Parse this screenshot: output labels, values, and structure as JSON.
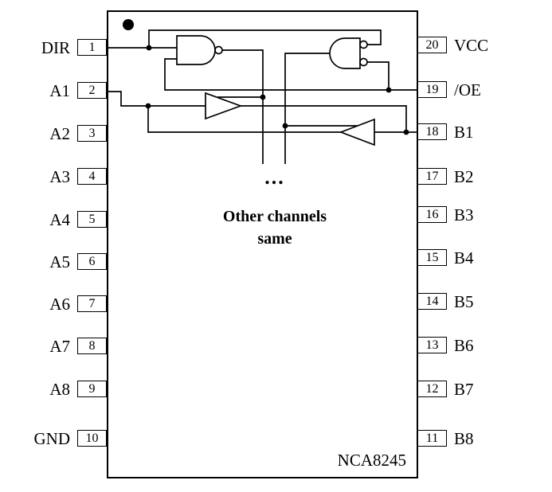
{
  "chip": {
    "part_number": "NCA8245",
    "ellipsis": "...",
    "note": [
      "Other channels",
      "same"
    ]
  },
  "pins": {
    "left": [
      {
        "num": "1",
        "label": "DIR"
      },
      {
        "num": "2",
        "label": "A1"
      },
      {
        "num": "3",
        "label": "A2"
      },
      {
        "num": "4",
        "label": "A3"
      },
      {
        "num": "5",
        "label": "A4"
      },
      {
        "num": "6",
        "label": "A5"
      },
      {
        "num": "7",
        "label": "A6"
      },
      {
        "num": "8",
        "label": "A7"
      },
      {
        "num": "9",
        "label": "A8"
      },
      {
        "num": "10",
        "label": "GND"
      }
    ],
    "right": [
      {
        "num": "20",
        "label": "VCC"
      },
      {
        "num": "19",
        "label": "/OE"
      },
      {
        "num": "18",
        "label": "B1"
      },
      {
        "num": "17",
        "label": "B2"
      },
      {
        "num": "16",
        "label": "B3"
      },
      {
        "num": "15",
        "label": "B4"
      },
      {
        "num": "14",
        "label": "B5"
      },
      {
        "num": "13",
        "label": "B6"
      },
      {
        "num": "12",
        "label": "B7"
      },
      {
        "num": "11",
        "label": "B8"
      }
    ]
  },
  "colors": {
    "line": "#000000",
    "background": "#ffffff"
  }
}
